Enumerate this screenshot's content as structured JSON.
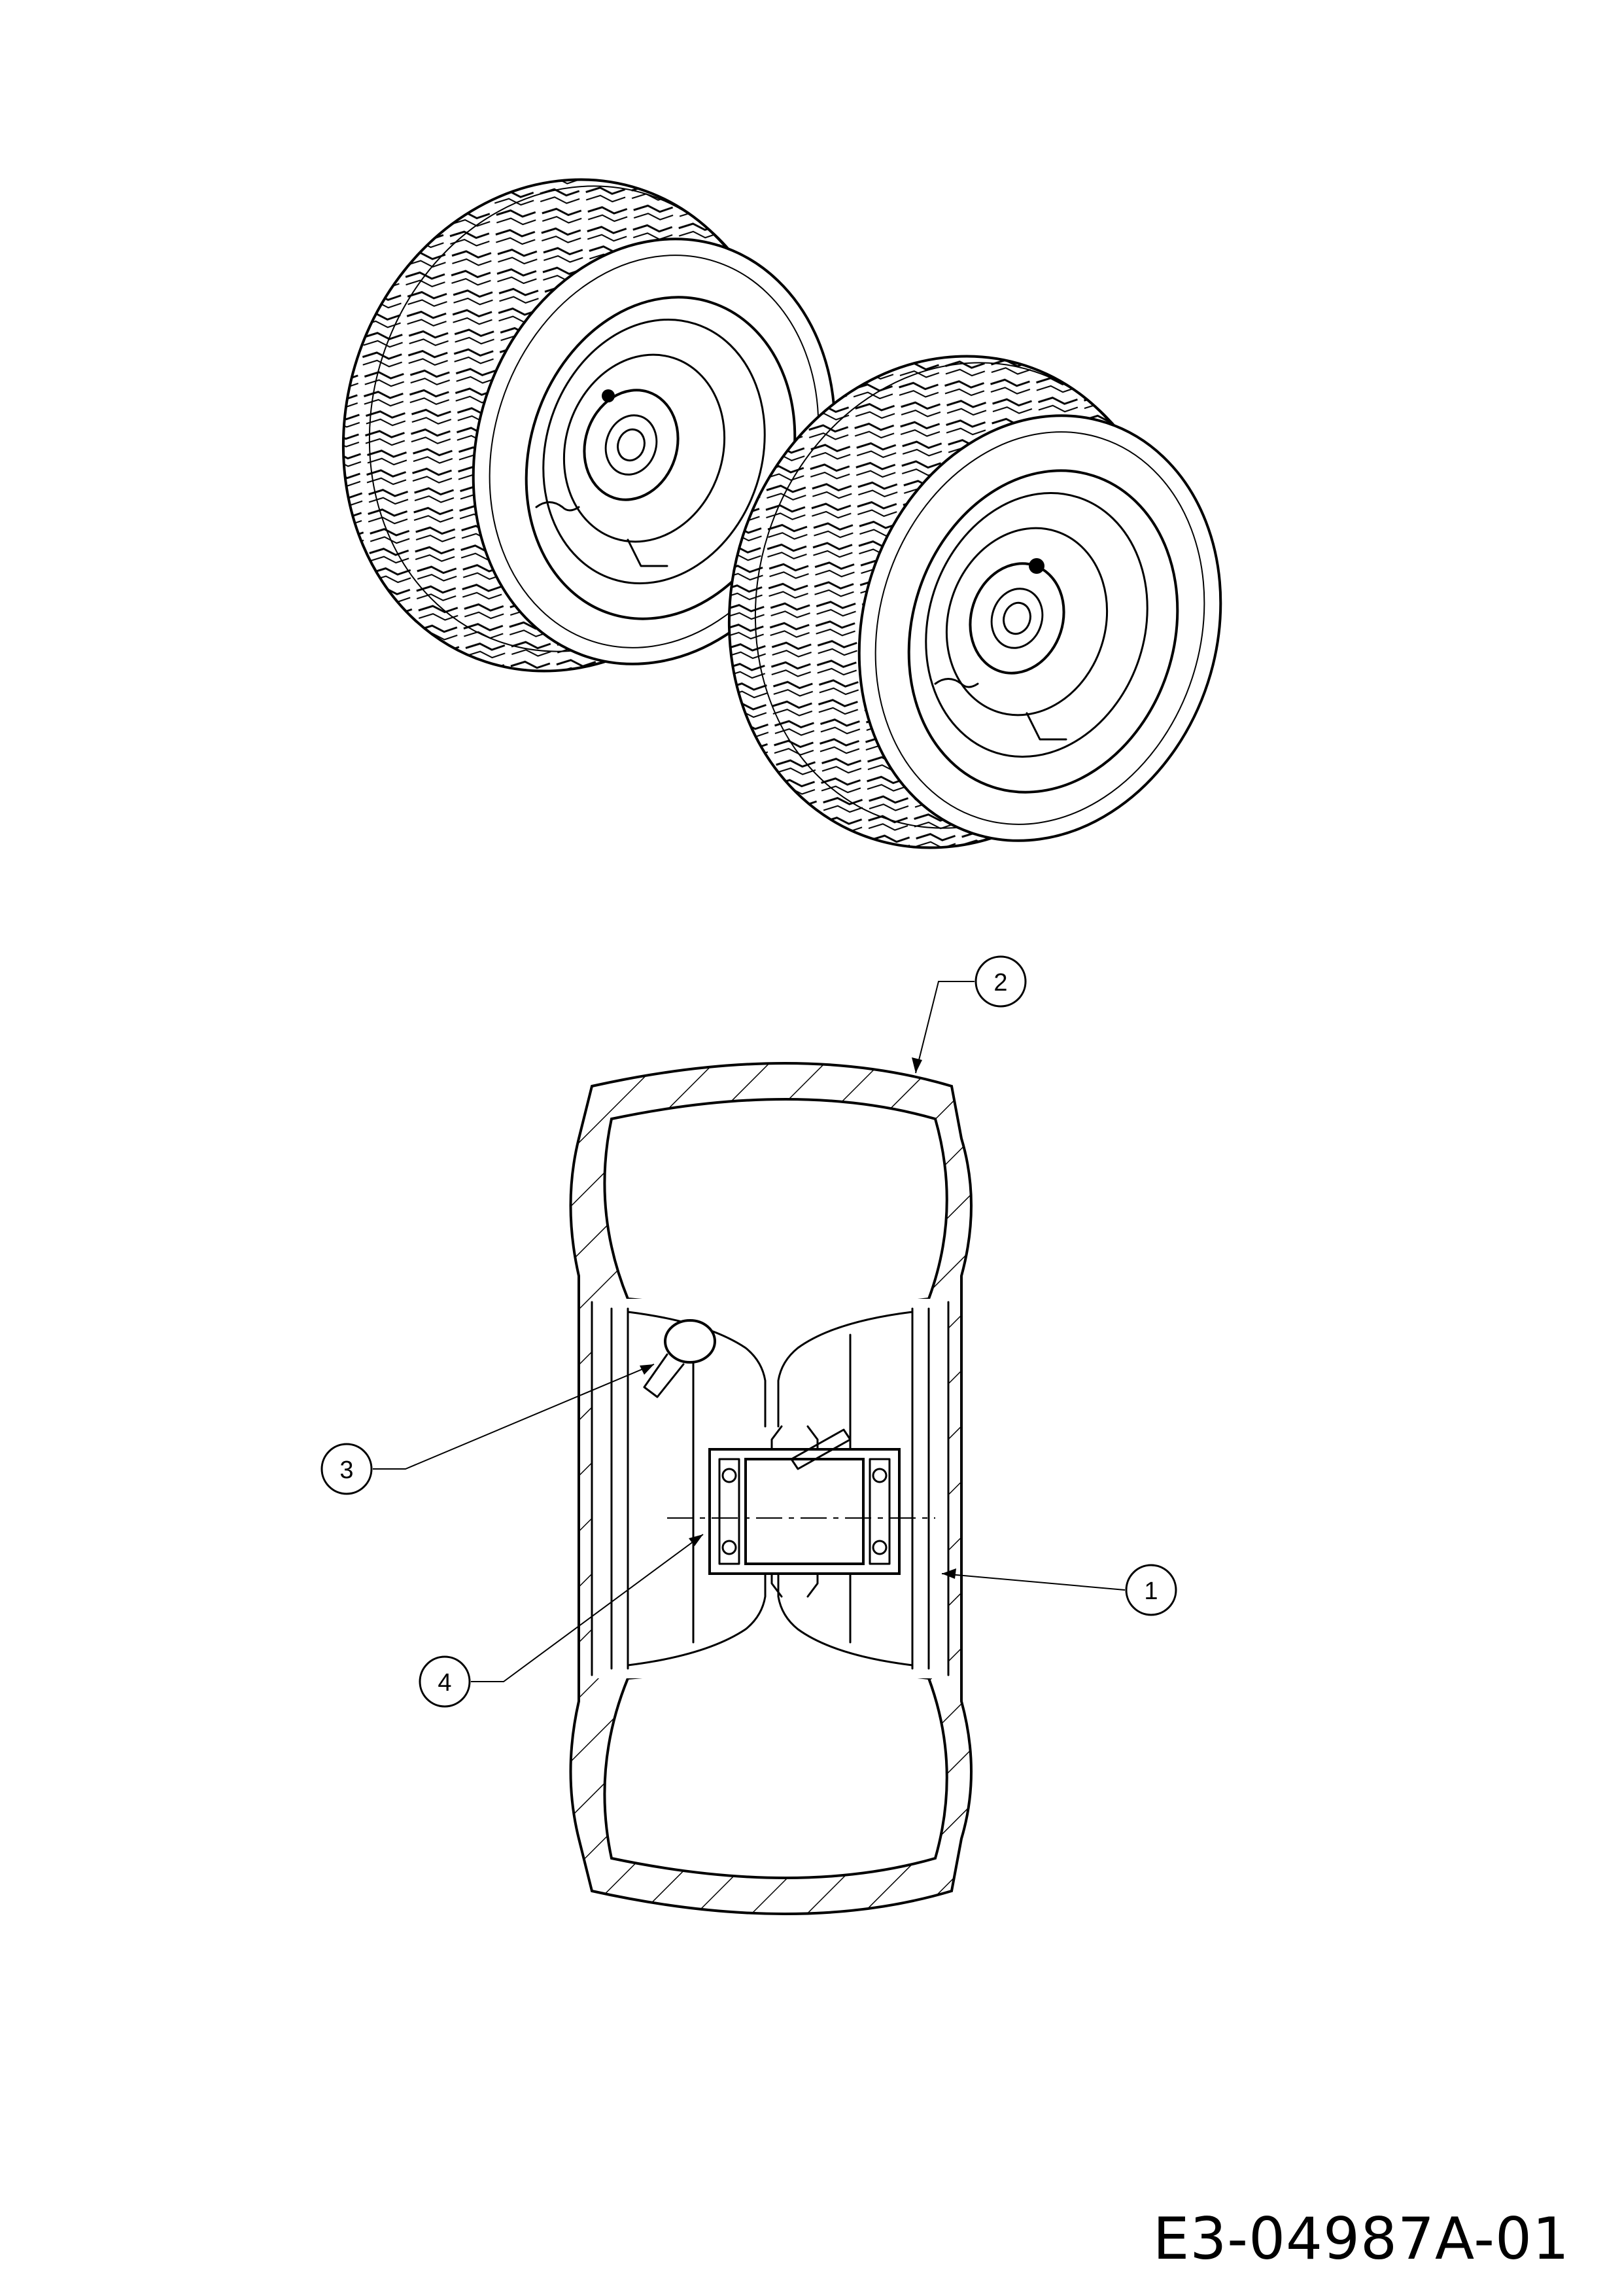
{
  "diagram": {
    "drawing_code": "E3-04987A-01",
    "callouts": [
      {
        "id": "callout-1",
        "label": "1"
      },
      {
        "id": "callout-2",
        "label": "2"
      },
      {
        "id": "callout-3",
        "label": "3"
      },
      {
        "id": "callout-4",
        "label": "4"
      }
    ]
  }
}
